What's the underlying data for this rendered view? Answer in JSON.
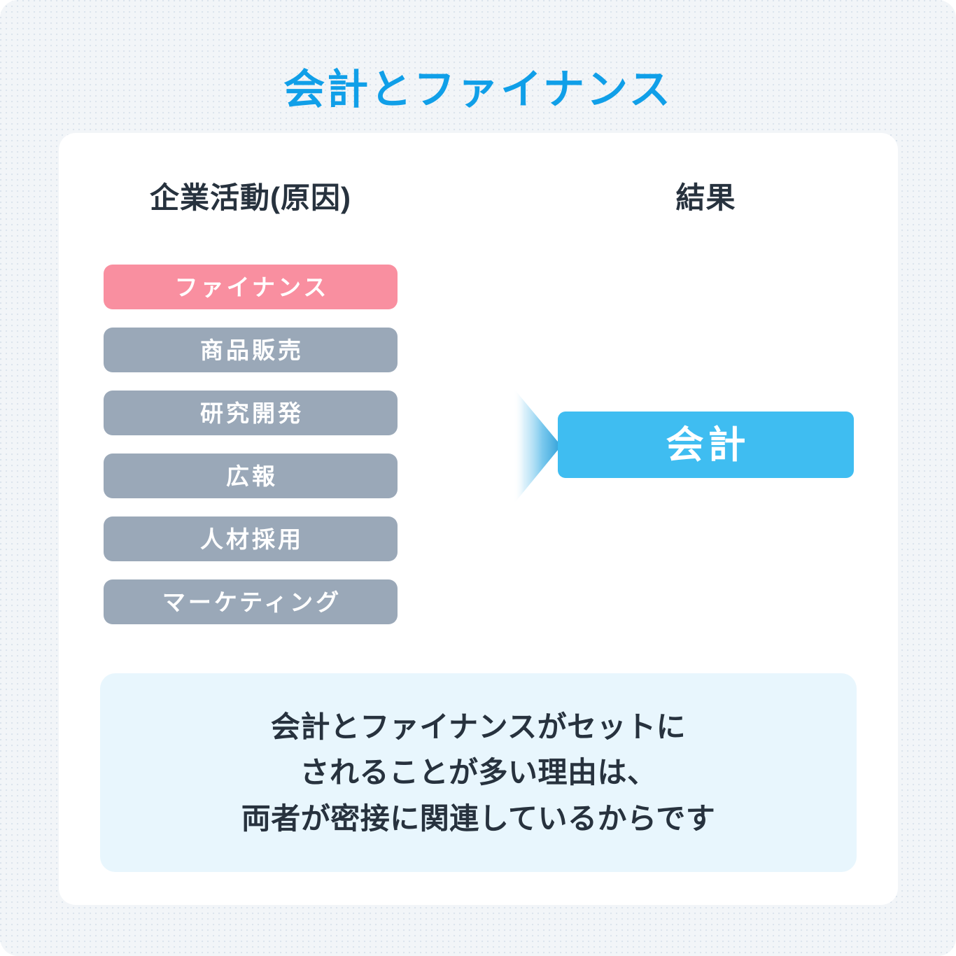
{
  "page": {
    "title": "会計とファイナンス",
    "background_color": "#f2f5f8",
    "title_color": "#109fe8",
    "card_color": "#ffffff"
  },
  "diagram": {
    "cause_heading": "企業活動(原因)",
    "result_heading": "結果",
    "heading_color": "#27323e",
    "activities": [
      {
        "label": "ファイナンス",
        "highlighted": true,
        "color": "#f98fa0"
      },
      {
        "label": "商品販売",
        "highlighted": false,
        "color": "#9aa8b8"
      },
      {
        "label": "研究開発",
        "highlighted": false,
        "color": "#9aa8b8"
      },
      {
        "label": "広報",
        "highlighted": false,
        "color": "#9aa8b8"
      },
      {
        "label": "人材採用",
        "highlighted": false,
        "color": "#9aa8b8"
      },
      {
        "label": "マーケティング",
        "highlighted": false,
        "color": "#9aa8b8"
      }
    ],
    "arrow": {
      "icon": "right-triangle-arrow-icon",
      "gradient_from": "#ffffff",
      "gradient_to": "#2d9fd8"
    },
    "result": {
      "label": "会計",
      "color": "#3fbdf1",
      "text_color": "#ffffff"
    }
  },
  "note": {
    "background_color": "#e8f6fd",
    "text_color": "#27323e",
    "lines": [
      "会計とファイナンスがセットに",
      "されることが多い理由は、",
      "両者が密接に関連しているからです"
    ]
  }
}
